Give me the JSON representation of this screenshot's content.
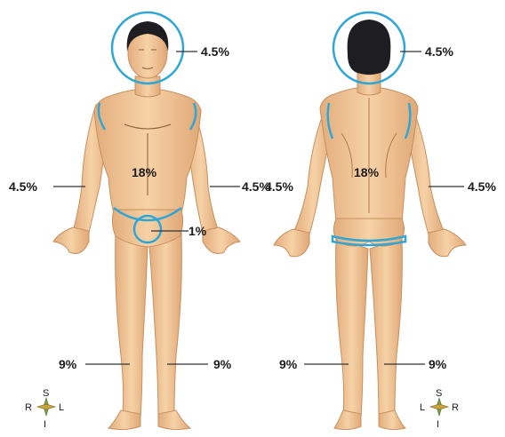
{
  "labels": {
    "front_head": "4.5%",
    "front_trunk": "18%",
    "front_arm_left": "4.5%",
    "front_arm_right": "4.5%",
    "front_genital": "1%",
    "front_leg_left": "9%",
    "front_leg_right": "9%",
    "back_head": "4.5%",
    "back_trunk": "18%",
    "back_arm_left": "4.5%",
    "back_arm_right": "4.5%",
    "back_leg_left": "9%",
    "back_leg_right": "9%"
  },
  "compass_front": {
    "top": "S",
    "bottom": "I",
    "left": "R",
    "right": "L"
  },
  "compass_back": {
    "top": "S",
    "bottom": "I",
    "left": "L",
    "right": "R"
  },
  "colors": {
    "skin": "#f2c99a",
    "skin_shade": "#dca577",
    "hair": "#1e1e22",
    "outline": "#2fa6d6",
    "line": "#333333"
  }
}
